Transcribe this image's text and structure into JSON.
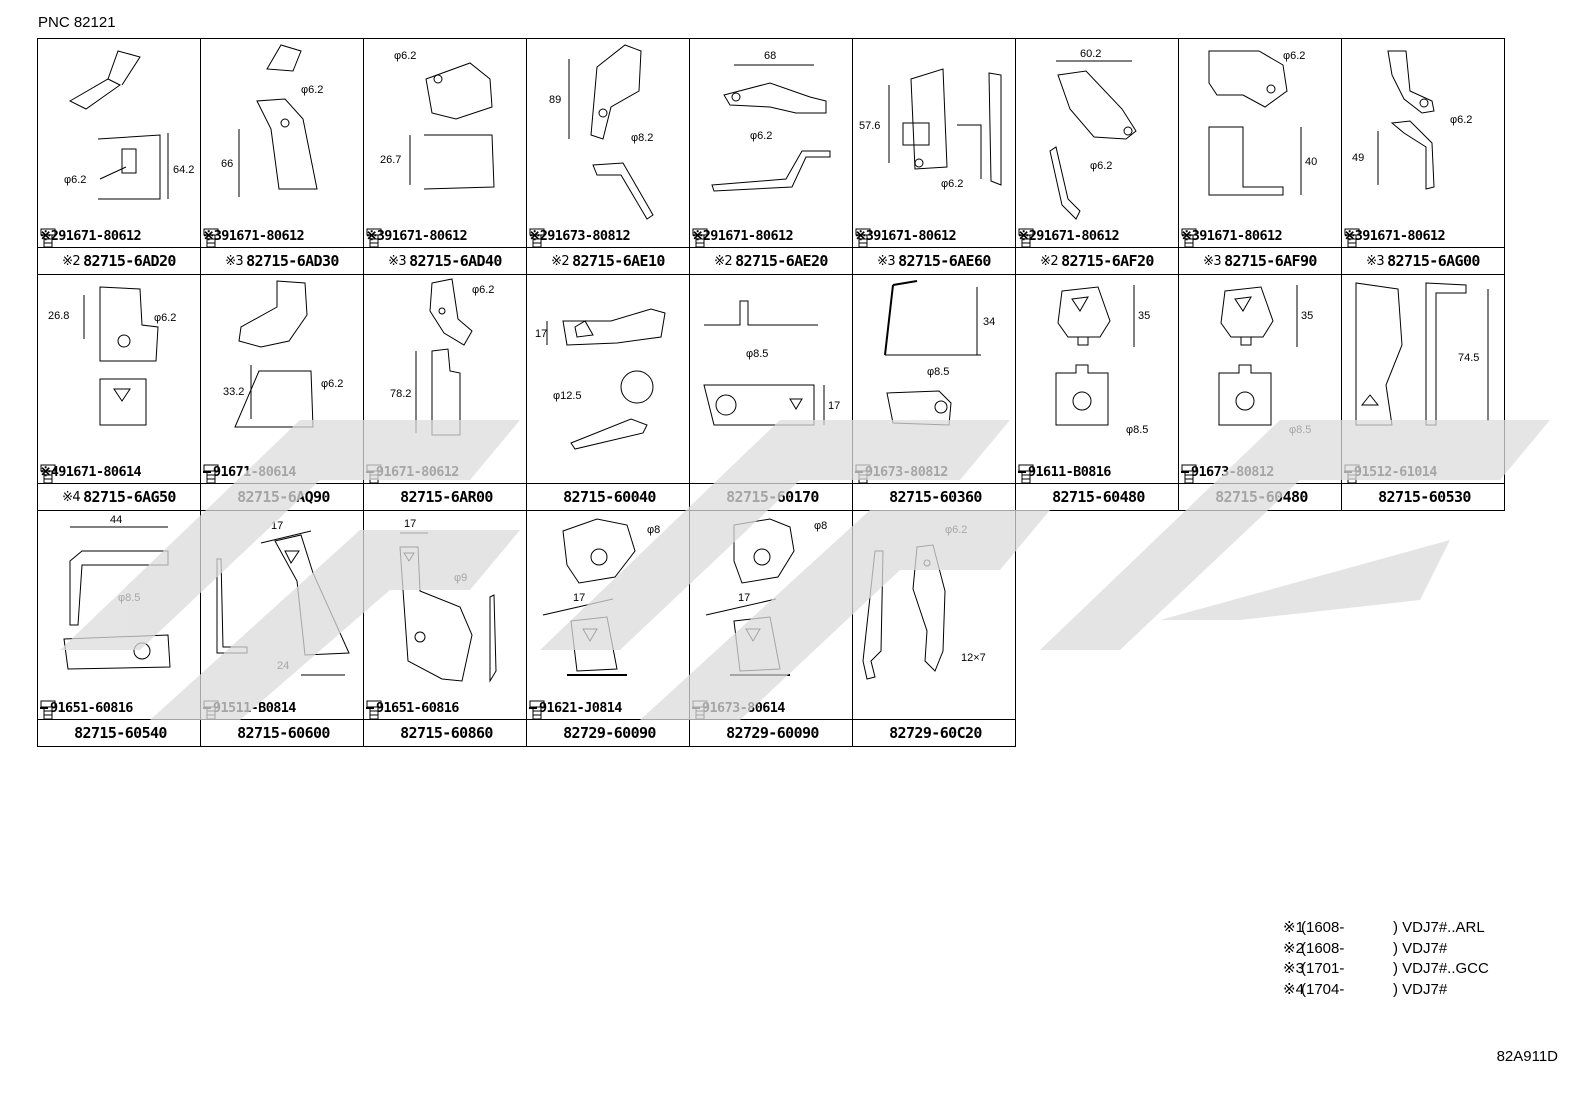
{
  "pnc": "PNC 82121",
  "cells": [
    {
      "bolt": "※291671-80612",
      "part_prefix": "※2",
      "part": "82715-6AD20",
      "dims": [
        "φ6.2",
        "64.2"
      ]
    },
    {
      "bolt": "※391671-80612",
      "part_prefix": "※3",
      "part": "82715-6AD30",
      "dims": [
        "φ6.2",
        "66"
      ]
    },
    {
      "bolt": "※391671-80612",
      "part_prefix": "※3",
      "part": "82715-6AD40",
      "dims": [
        "φ6.2",
        "26.7"
      ]
    },
    {
      "bolt": "※291673-80812",
      "part_prefix": "※2",
      "part": "82715-6AE10",
      "dims": [
        "89",
        "φ8.2"
      ]
    },
    {
      "bolt": "※291671-80612",
      "part_prefix": "※2",
      "part": "82715-6AE20",
      "dims": [
        "68",
        "φ6.2"
      ]
    },
    {
      "bolt": "※391671-80612",
      "part_prefix": "※3",
      "part": "82715-6AE60",
      "dims": [
        "57.6",
        "φ6.2"
      ]
    },
    {
      "bolt": "※291671-80612",
      "part_prefix": "※2",
      "part": "82715-6AF20",
      "dims": [
        "60.2",
        "φ6.2"
      ]
    },
    {
      "bolt": "※391671-80612",
      "part_prefix": "※3",
      "part": "82715-6AF90",
      "dims": [
        "φ6.2",
        "40"
      ]
    },
    {
      "bolt": "※391671-80612",
      "part_prefix": "※3",
      "part": "82715-6AG00",
      "dims": [
        "φ6.2",
        "49"
      ]
    },
    {
      "bolt": "※491671-80614",
      "part_prefix": "※4",
      "part": "82715-6AG50",
      "dims": [
        "26.8",
        "φ6.2"
      ]
    },
    {
      "bolt": "91671-80614",
      "part_prefix": "",
      "part": "82715-6AQ90",
      "dims": [
        "33.2",
        "φ6.2"
      ]
    },
    {
      "bolt": "91671-80612",
      "part_prefix": "",
      "part": "82715-6AR00",
      "dims": [
        "φ6.2",
        "78.2"
      ]
    },
    {
      "bolt": "",
      "part_prefix": "",
      "part": "82715-60040",
      "dims": [
        "17",
        "φ12.5"
      ]
    },
    {
      "bolt": "",
      "part_prefix": "",
      "part": "82715-60170",
      "dims": [
        "φ8.5",
        "17"
      ]
    },
    {
      "bolt": "91673-80812",
      "part_prefix": "",
      "part": "82715-60360",
      "dims": [
        "34",
        "φ8.5"
      ]
    },
    {
      "bolt": "91611-B0816",
      "part_prefix": "",
      "part": "82715-60480",
      "dims": [
        "35",
        "φ8.5"
      ]
    },
    {
      "bolt": "91673-80812",
      "part_prefix": "",
      "part": "82715-60480",
      "dims": [
        "35",
        "φ8.5"
      ]
    },
    {
      "bolt": "91512-61014",
      "part_prefix": "",
      "part": "82715-60530",
      "dims": [
        "74.5"
      ]
    },
    {
      "bolt": "91651-60816",
      "part_prefix": "",
      "part": "82715-60540",
      "dims": [
        "44",
        "φ8.5"
      ]
    },
    {
      "bolt": "91511-B0814",
      "part_prefix": "",
      "part": "82715-60600",
      "dims": [
        "17",
        "24"
      ]
    },
    {
      "bolt": "91651-60816",
      "part_prefix": "",
      "part": "82715-60860",
      "dims": [
        "17",
        "φ9"
      ]
    },
    {
      "bolt": "91621-J0814",
      "part_prefix": "",
      "part": "82729-60090",
      "dims": [
        "φ8",
        "17"
      ]
    },
    {
      "bolt": "91673-80614",
      "part_prefix": "",
      "part": "82729-60090",
      "dims": [
        "φ8",
        "17"
      ]
    },
    {
      "bolt": "",
      "part_prefix": "",
      "part": "82729-60C20",
      "dims": [
        "φ6.2",
        "12×7"
      ]
    }
  ],
  "notes": [
    {
      "mark": "※1",
      "range": "(1608-",
      "model": ") VDJ7#..ARL"
    },
    {
      "mark": "※2",
      "range": "(1608-",
      "model": ") VDJ7#"
    },
    {
      "mark": "※3",
      "range": "(1701-",
      "model": ") VDJ7#..GCC"
    },
    {
      "mark": "※4",
      "range": "(1704-",
      "model": ") VDJ7#"
    }
  ],
  "diagram_code": "82A911D",
  "colors": {
    "line": "#000000",
    "watermark": "#dcdcdc"
  }
}
